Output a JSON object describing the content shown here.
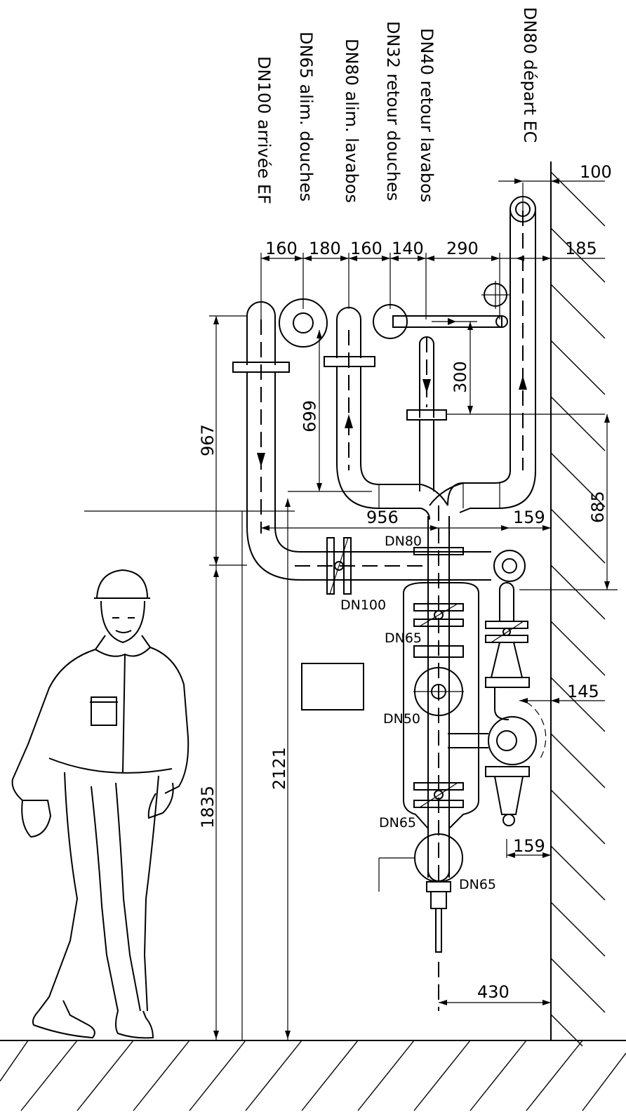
{
  "pipe_labels": {
    "ec_depart": "DN80 départ EC",
    "retour_lavabos": "DN40 retour lavabos",
    "retour_douches": "DN32 retour douches",
    "alim_lavabos": "DN80 alim. lavabos",
    "alim_douches": "DN65 alim. douches",
    "arrivee_ef": "DN100 arrivée EF"
  },
  "diameter_labels": {
    "dn80": "DN80",
    "dn100": "DN100",
    "dn65_upper": "DN65",
    "dn50": "DN50",
    "dn65_lower": "DN65",
    "dn65_bottom": "DN65"
  },
  "dimensions": {
    "d100": "100",
    "d185": "185",
    "d160a": "160",
    "d180": "180",
    "d160b": "160",
    "d140": "140",
    "d290": "290",
    "d300": "300",
    "d669": "669",
    "d967": "967",
    "d685": "685",
    "d956": "956",
    "d159a": "159",
    "d145": "145",
    "d159b": "159",
    "d1835": "1835",
    "d2121": "2121",
    "d430": "430"
  }
}
